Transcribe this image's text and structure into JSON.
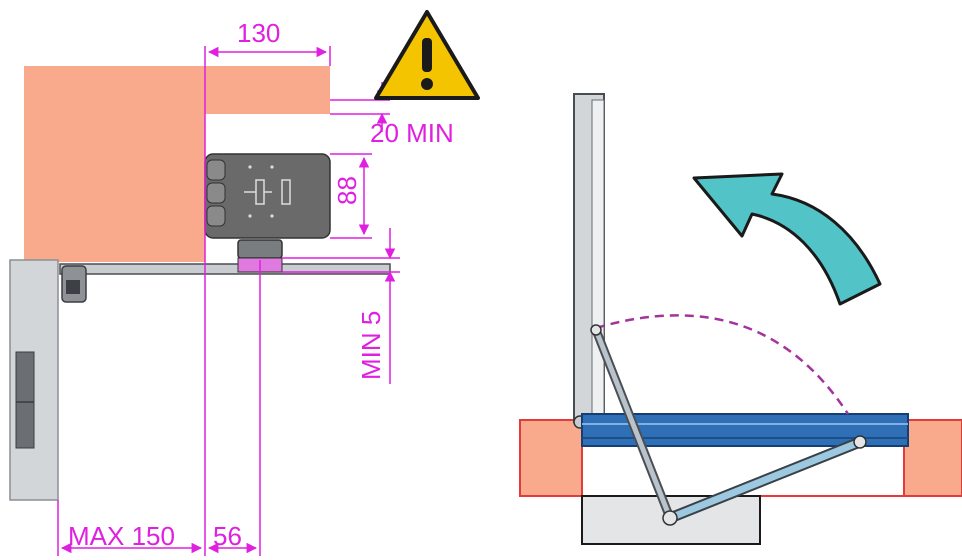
{
  "dimensions": {
    "top_width": "130",
    "gap_min": "20 MIN",
    "bracket_height": "88",
    "clearance_min": "MIN 5",
    "max_offset": "MAX 150",
    "arm_offset": "56"
  },
  "icons": {
    "warning": "warning-triangle-icon",
    "rotation_arrow": "curved-arrow-icon"
  },
  "colors": {
    "dimension": "#e020e0",
    "wall": "#f9a98c",
    "wall_edge": "#e33a3a",
    "bracket": "#6a6a6a",
    "frame": "#cfd4d8",
    "lid": "#2f6fb5",
    "arm": "#9cc9e0",
    "warning": "#f5c400",
    "arrow": "#52c3c7"
  }
}
